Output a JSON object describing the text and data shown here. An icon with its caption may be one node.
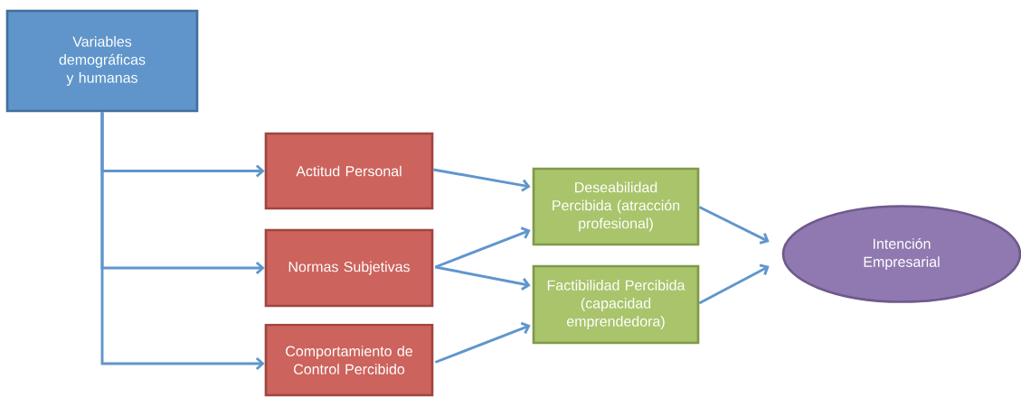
{
  "diagram": {
    "nodes": [
      {
        "text": [
          "Variables demográficas y humanas"
        ]
      },
      {
        "text": [
          "Actitud Personal"
        ]
      },
      {
        "text": [
          "Normas Subjetivas"
        ]
      },
      {
        "text": [
          "Comportamiento de Control Percibido"
        ]
      },
      {
        "text": [
          "Deseabilidad Percibida (atracción profesional)"
        ]
      },
      {
        "text": [
          "Factibilidad Percibida (capacidad emprendedora)"
        ]
      },
      {
        "text": [
          "Intención Empresarial"
        ]
      }
    ],
    "edges": [
      {
        "from": 0,
        "to": 1,
        "arrow": "to"
      },
      {
        "from": 0,
        "to": 2,
        "arrow": "to"
      },
      {
        "from": 0,
        "to": 3,
        "arrow": "to"
      },
      {
        "from": 1,
        "to": 4,
        "arrow": "to"
      },
      {
        "from": 2,
        "to": 4,
        "arrow": "to"
      },
      {
        "from": 2,
        "to": 5,
        "arrow": "to"
      },
      {
        "from": 3,
        "to": 5,
        "arrow": "to"
      },
      {
        "from": 4,
        "to": 6,
        "arrow": "to"
      },
      {
        "from": 5,
        "to": 6,
        "arrow": "to"
      }
    ]
  }
}
